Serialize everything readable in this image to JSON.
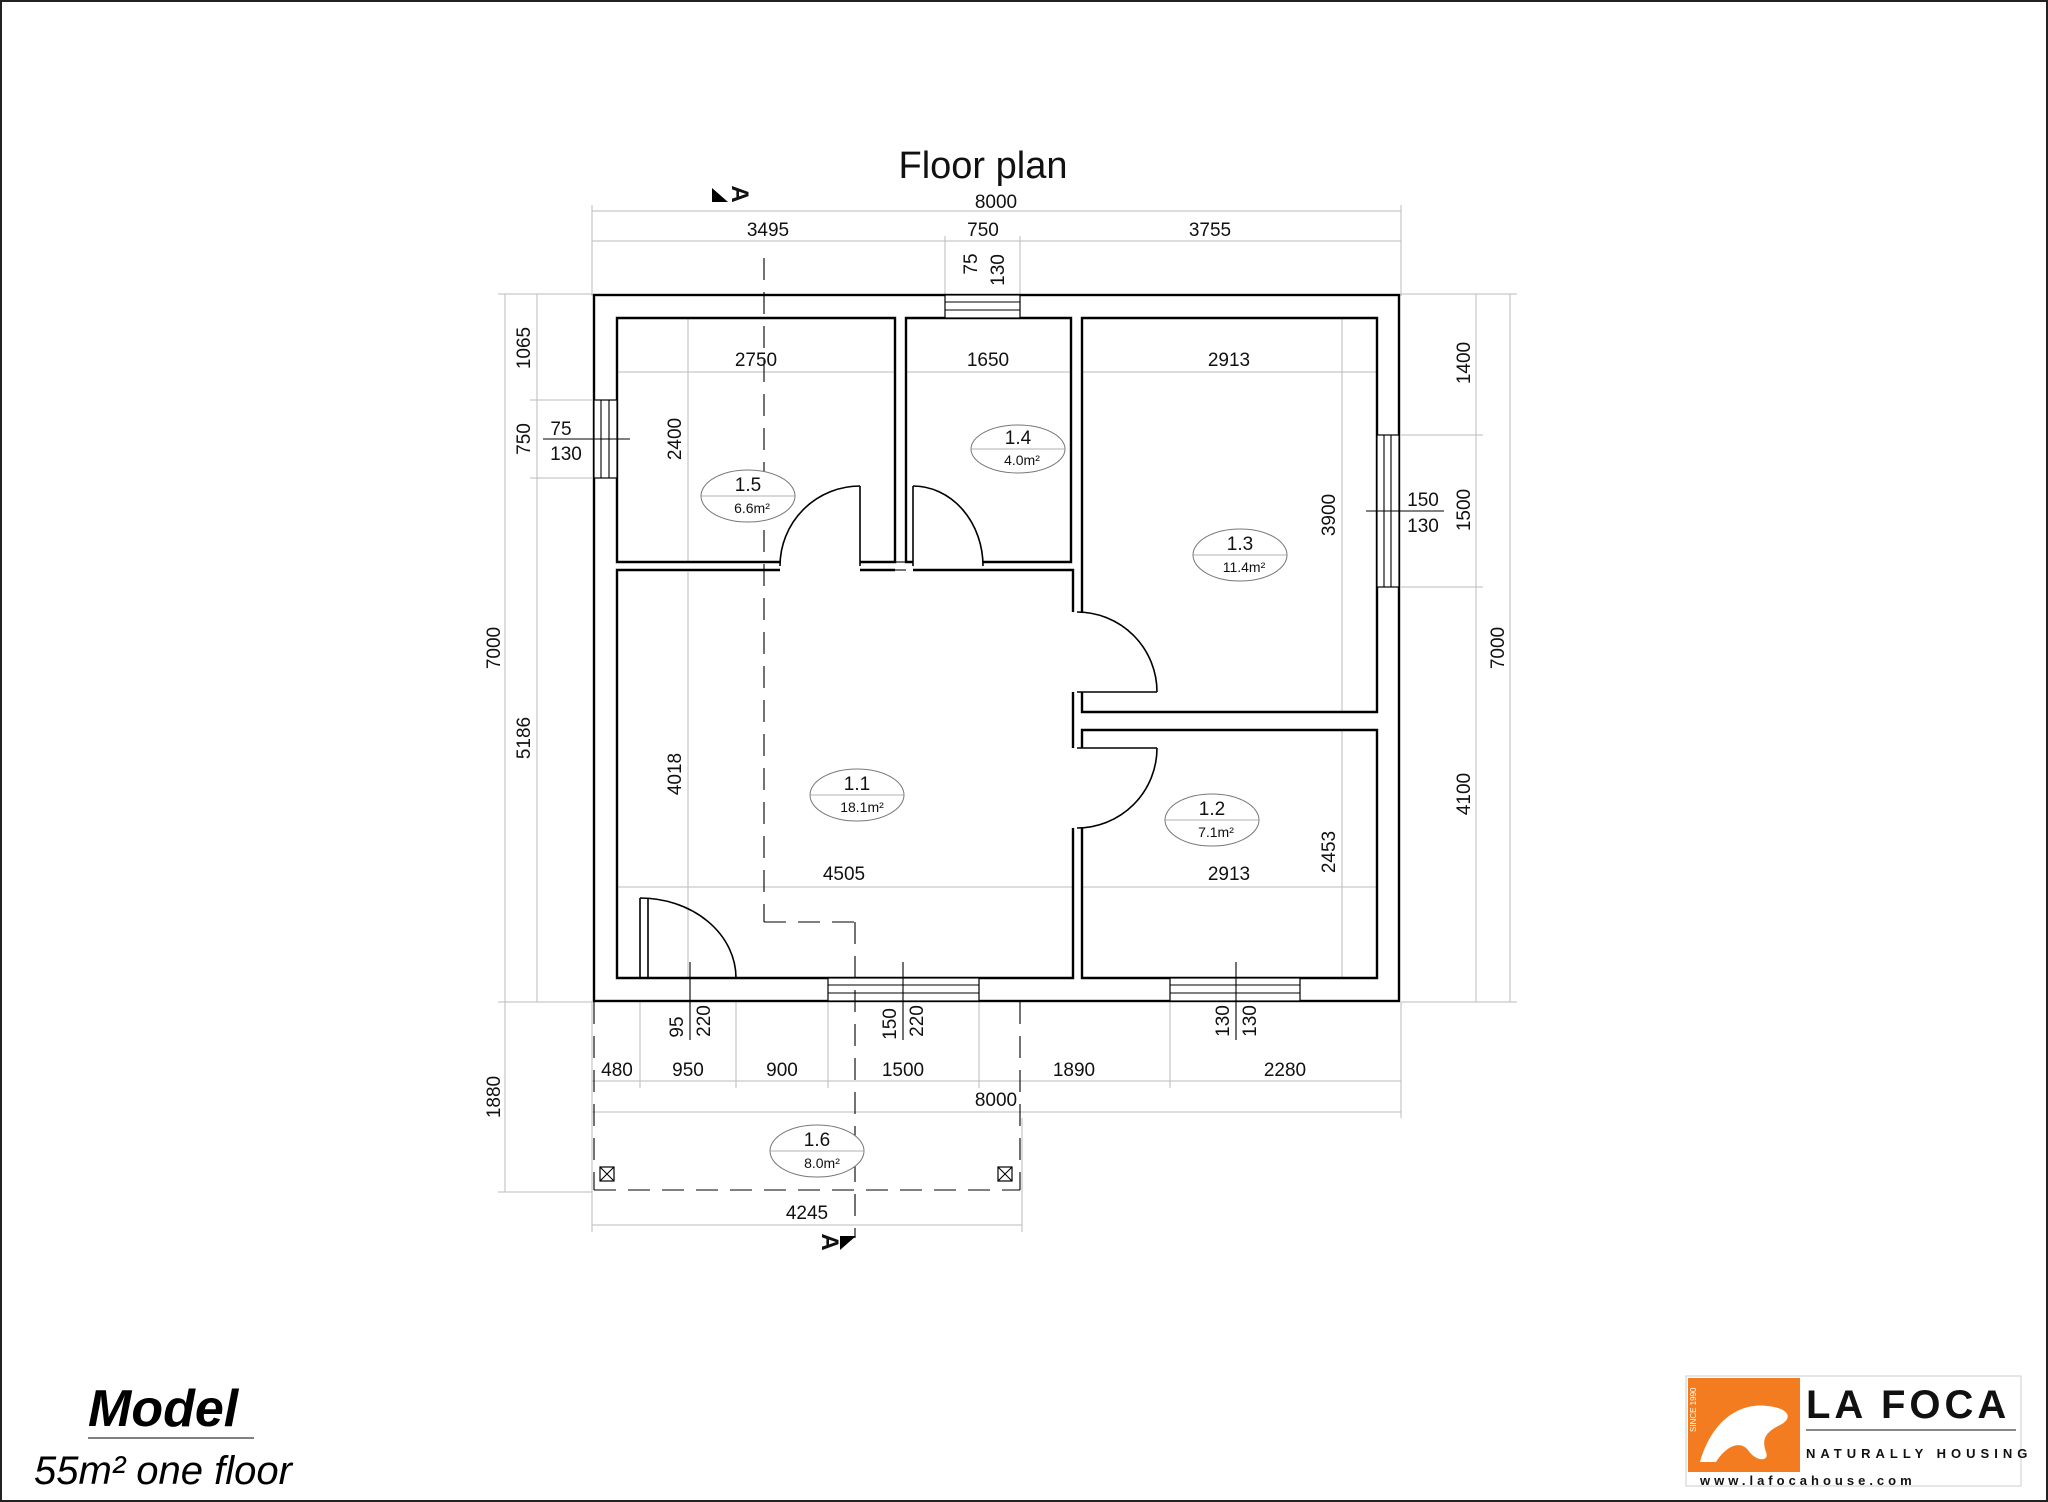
{
  "plan_title": "Floor plan",
  "section_marker": "A",
  "model": {
    "title": "Model",
    "subtitle": "55m² one floor"
  },
  "logo": {
    "name": "LA FOCA",
    "tagline": "NATURALLY HOUSING",
    "url": "www.lafocahouse.com",
    "since": "SINCE 1990",
    "brand_color": "#f47c20"
  },
  "rooms": [
    {
      "id": "1.1",
      "area": "18.1m²"
    },
    {
      "id": "1.2",
      "area": "7.1m²"
    },
    {
      "id": "1.3",
      "area": "11.4m²"
    },
    {
      "id": "1.4",
      "area": "4.0m²"
    },
    {
      "id": "1.5",
      "area": "6.6m²"
    },
    {
      "id": "1.6",
      "area": "8.0m²"
    }
  ],
  "dims": {
    "top_total": "8000",
    "top_seg_1": "3495",
    "top_seg_2": "750",
    "top_seg_3": "3755",
    "top_window_a": "75",
    "top_window_b": "130",
    "left_total": "7000",
    "left_seg_1": "1065",
    "left_seg_2": "750",
    "left_seg_3": "5186",
    "left_porch": "1880",
    "left_window_a": "75",
    "left_window_b": "130",
    "right_total": "7000",
    "right_seg_1": "1400",
    "right_seg_2": "1500",
    "right_seg_3": "4100",
    "right_window_a": "150",
    "right_window_b": "130",
    "room15_w": "2750",
    "room15_h": "2400",
    "room14_w": "1650",
    "room13_w": "2913",
    "room13_h": "3900",
    "room11_h": "4018",
    "room11_w": "4505",
    "room12_w": "2913",
    "room12_h": "2453",
    "bottom_seg_1": "480",
    "bottom_seg_2": "950",
    "bottom_seg_3": "900",
    "bottom_seg_4": "1500",
    "bottom_seg_5": "1890",
    "bottom_seg_6": "2280",
    "bottom_total": "8000",
    "porch_width": "4245",
    "door_a": "95",
    "door_b": "220",
    "win_bottom_a": "150",
    "win_bottom_b": "220",
    "win_bottom2_a": "130",
    "win_bottom2_b": "130"
  }
}
